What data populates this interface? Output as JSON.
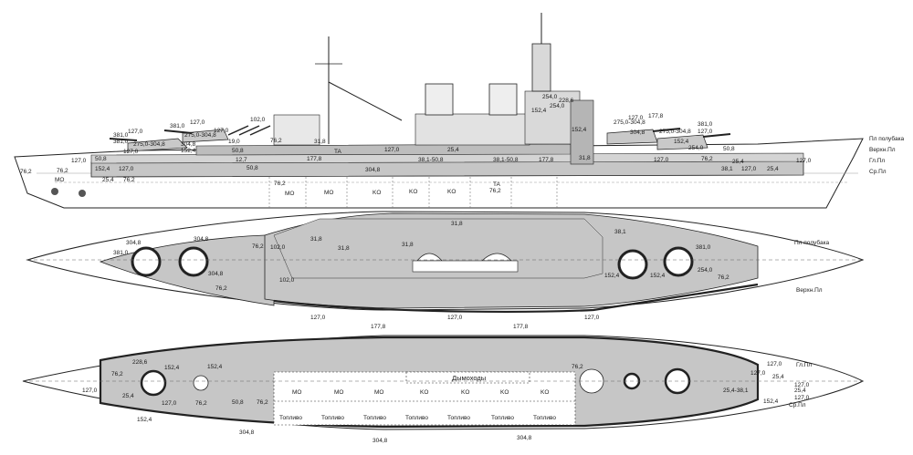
{
  "diagram": {
    "deck_labels": {
      "pl_polubaka": "Пл полубака",
      "verkh_pl": "Верхн.Пл",
      "gl_pl": "Гл.Пл",
      "sr_pl": "Ср.Пл"
    },
    "side_view_labels": [
      "381,0",
      "127,0",
      "381,0",
      "127,0",
      "275,0-304,8",
      "381,0",
      "127,0",
      "275,0-304,8",
      "127,0",
      "304,8",
      "152,4",
      "19,0",
      "50,8",
      "102,0",
      "76,2",
      "31,8",
      "127,0",
      "152,4",
      "254,0",
      "228,6",
      "254,0",
      "152,4",
      "177,8",
      "381,0",
      "127,0",
      "275,0-304,8",
      "127,0",
      "304,8",
      "275,0-304,8",
      "152,4",
      "254,0",
      "50,8",
      "25,4",
      "127,0",
      "76,2",
      "127,0",
      "50,8",
      "152,4",
      "127,0",
      "76,2",
      "177,8",
      "38,1-50,8",
      "25,4",
      "38,1-50,8",
      "177,8",
      "31,8",
      "12,7",
      "50,8",
      "304,8",
      "127,0",
      "76,2",
      "38,1",
      "127,0",
      "25,4",
      "76,2",
      "25,4",
      "76,2",
      "MO",
      "MO",
      "MO",
      "KO",
      "KO",
      "KO",
      "76,2",
      "TA",
      "TA"
    ],
    "upper_deck_labels": [
      "304,8",
      "381,0",
      "304,8",
      "304,8",
      "76,2",
      "102,0",
      "31,8",
      "31,8",
      "31,8",
      "31,8",
      "38,1",
      "381,0",
      "102,0",
      "76,2",
      "152,4",
      "152,4",
      "254,0",
      "76,2",
      "127,0",
      "127,0",
      "127,0"
    ],
    "lower_deck_labels": [
      "177,8",
      "177,8",
      "76,2",
      "228,6",
      "152,4",
      "152,4",
      "127,0",
      "25,4",
      "127,0",
      "76,2",
      "50,8",
      "76,2",
      "76,2",
      "127,0",
      "25,4",
      "25,4-38,1",
      "127,0",
      "152,4",
      "127,0",
      "127,0",
      "25,4",
      "152,4",
      "304,8",
      "304,8",
      "304,8"
    ],
    "compartments_top": [
      "MO",
      "MO",
      "MO",
      "KO",
      "KO",
      "KO",
      "KO"
    ],
    "compartments_bottom": [
      "Топливо",
      "Топливо",
      "Топливо",
      "Топливо",
      "Топливо",
      "Топливо",
      "Топливо"
    ],
    "funnels_label": "Дымоходы",
    "colors": {
      "armor": "#c6c6c6",
      "line": "#222222",
      "dash": "#555555"
    }
  }
}
